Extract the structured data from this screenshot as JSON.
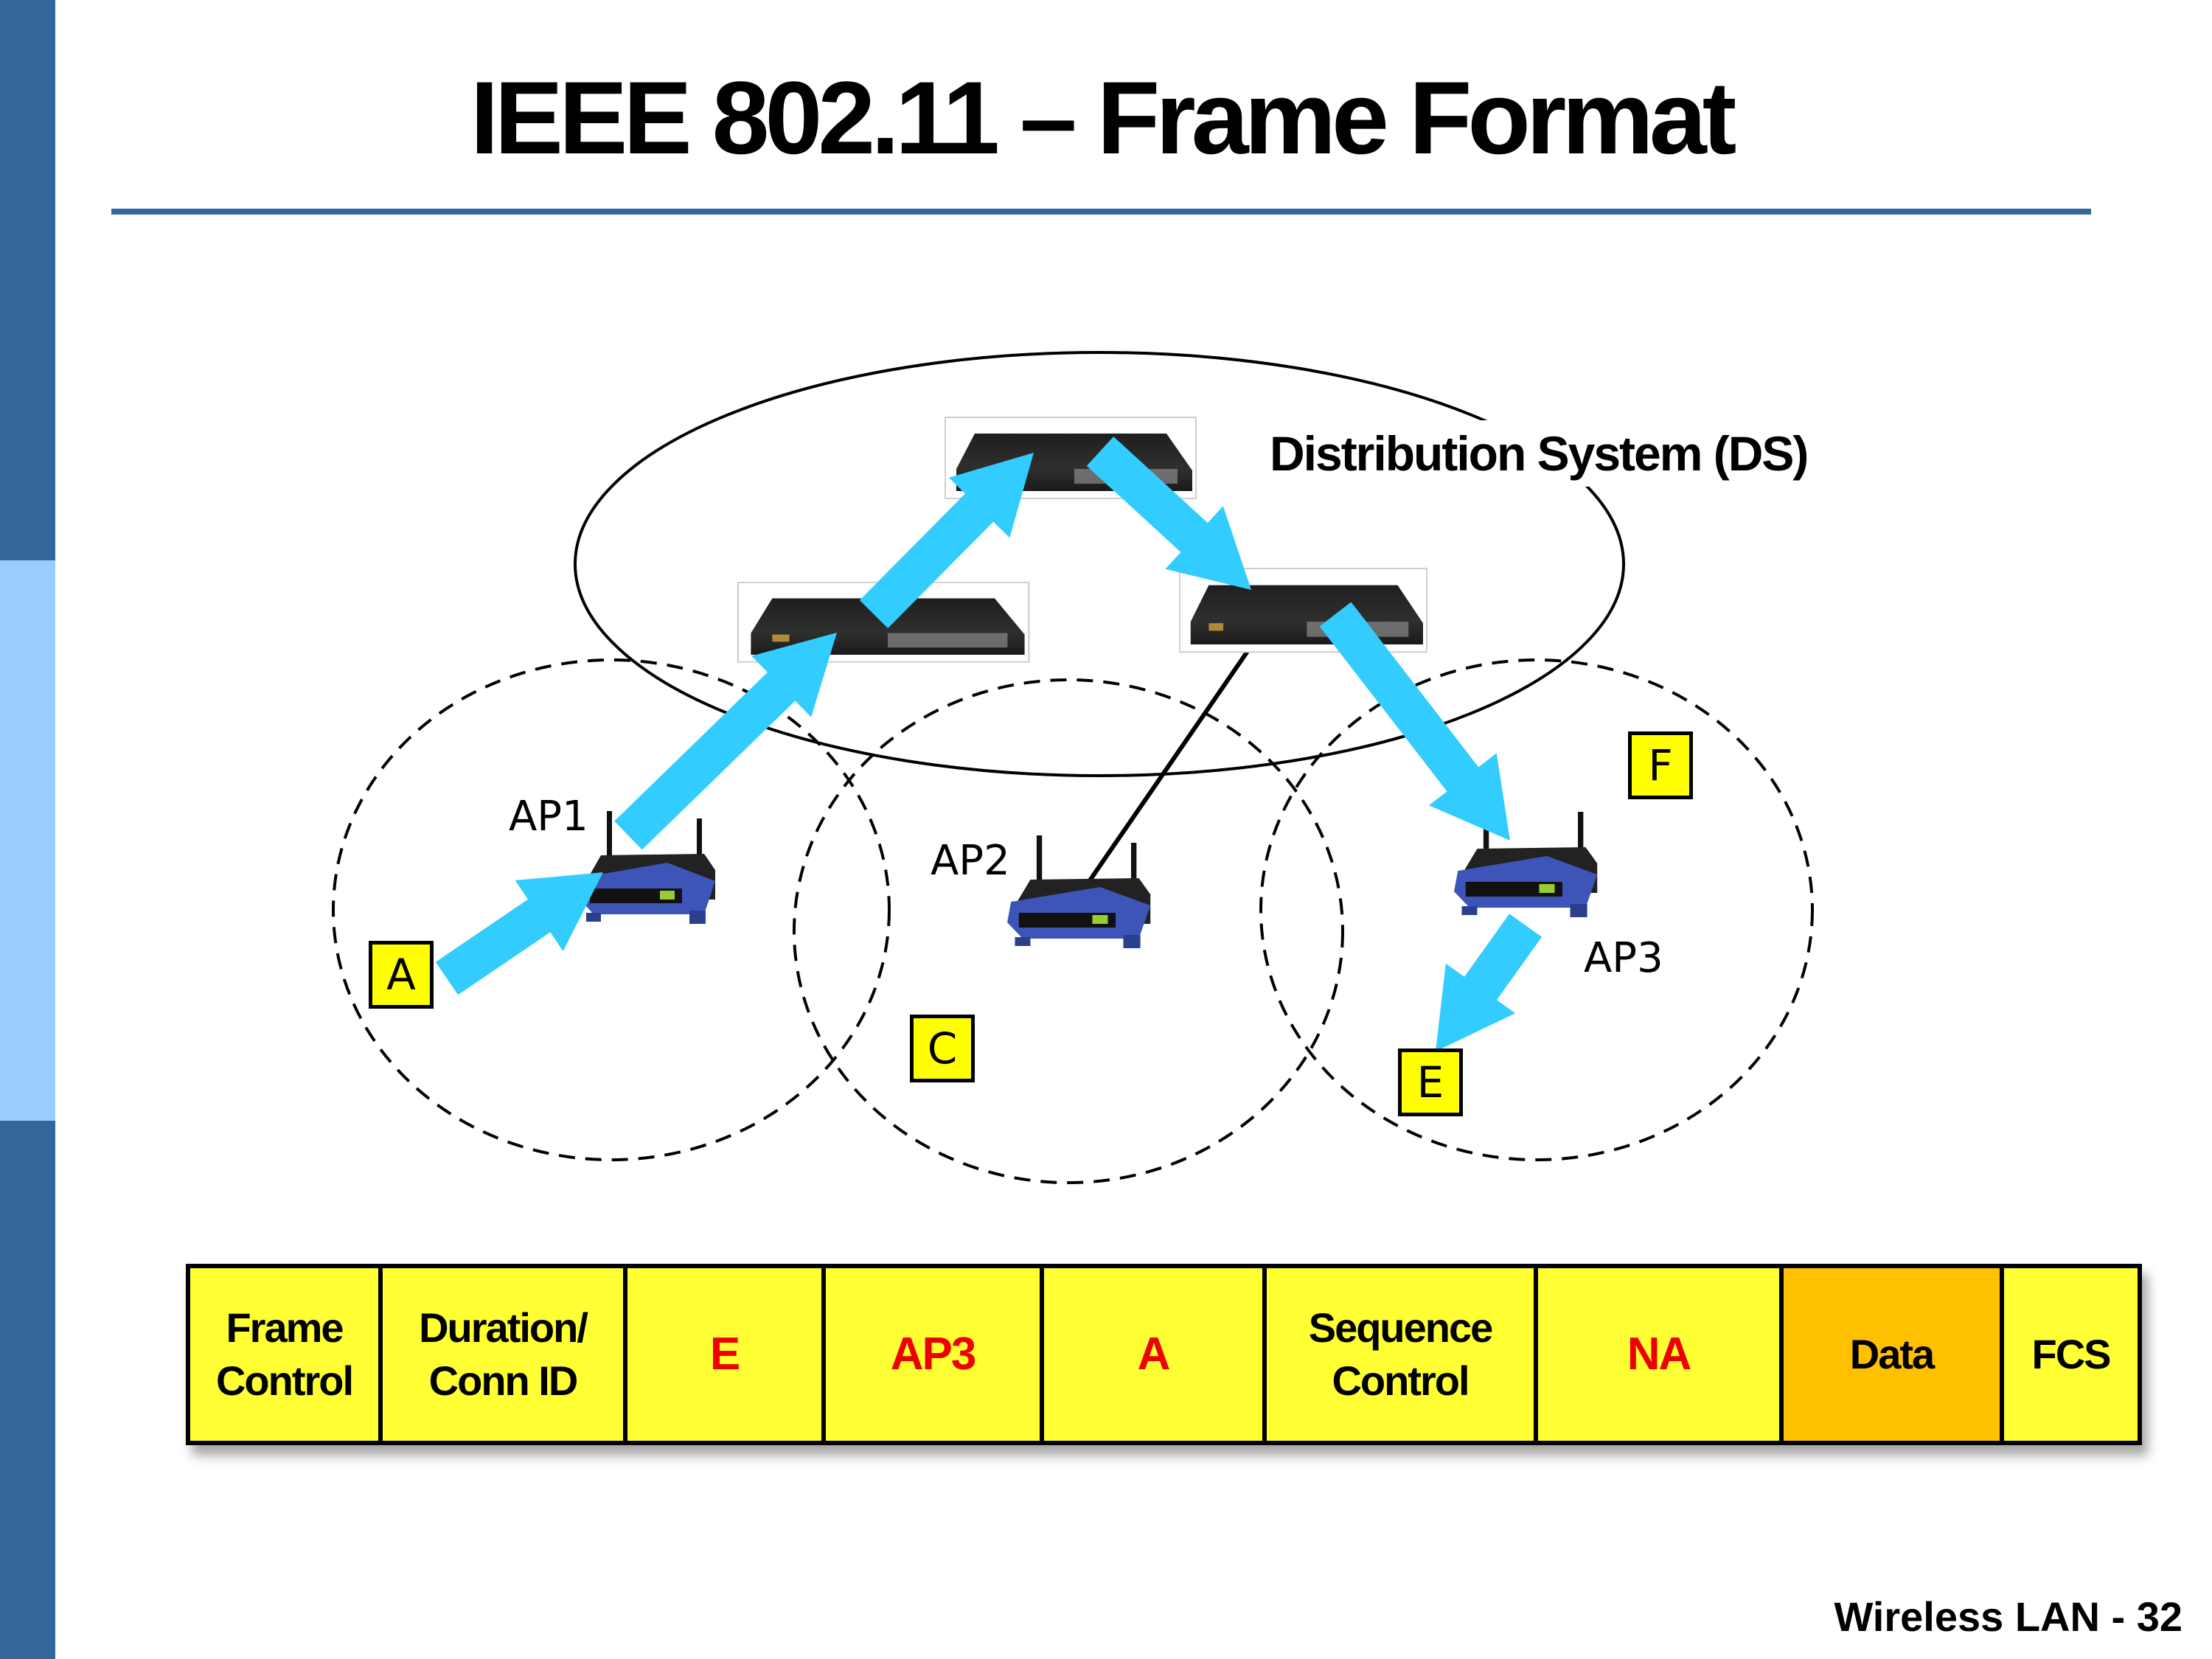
{
  "slide": {
    "title": "IEEE 802.11 – Frame Format",
    "footer": "Wireless LAN - 32",
    "colors": {
      "sidebar_dark": "#336699",
      "sidebar_light": "#99CCFF",
      "arrow": "#33CCFF",
      "field_yellow": "#FFFF33",
      "field_orange": "#FFC000",
      "address_red": "#EE0000"
    }
  },
  "diagram": {
    "ds_label": "Distribution System (DS)",
    "access_points": [
      {
        "id": "ap1",
        "label": "AP1"
      },
      {
        "id": "ap2",
        "label": "AP2"
      },
      {
        "id": "ap3",
        "label": "AP3"
      }
    ],
    "stations": [
      {
        "id": "a",
        "label": "A"
      },
      {
        "id": "c",
        "label": "C"
      },
      {
        "id": "e",
        "label": "E"
      },
      {
        "id": "f",
        "label": "F"
      }
    ],
    "switches": [
      "switch-1",
      "switch-2",
      "switch-3"
    ],
    "path": [
      "A",
      "AP1",
      "switch-1",
      "switch-2",
      "switch-3",
      "AP3",
      "E"
    ]
  },
  "frame": {
    "fields": [
      {
        "label": "Frame\nControl",
        "style": "plain"
      },
      {
        "label": "Duration/\nConn ID",
        "style": "plain"
      },
      {
        "label": "E",
        "style": "red"
      },
      {
        "label": "AP3",
        "style": "red"
      },
      {
        "label": "A",
        "style": "red"
      },
      {
        "label": "Sequence\nControl",
        "style": "plain"
      },
      {
        "label": "NA",
        "style": "red"
      },
      {
        "label": "Data",
        "style": "orange"
      },
      {
        "label": "FCS",
        "style": "plain"
      }
    ]
  }
}
